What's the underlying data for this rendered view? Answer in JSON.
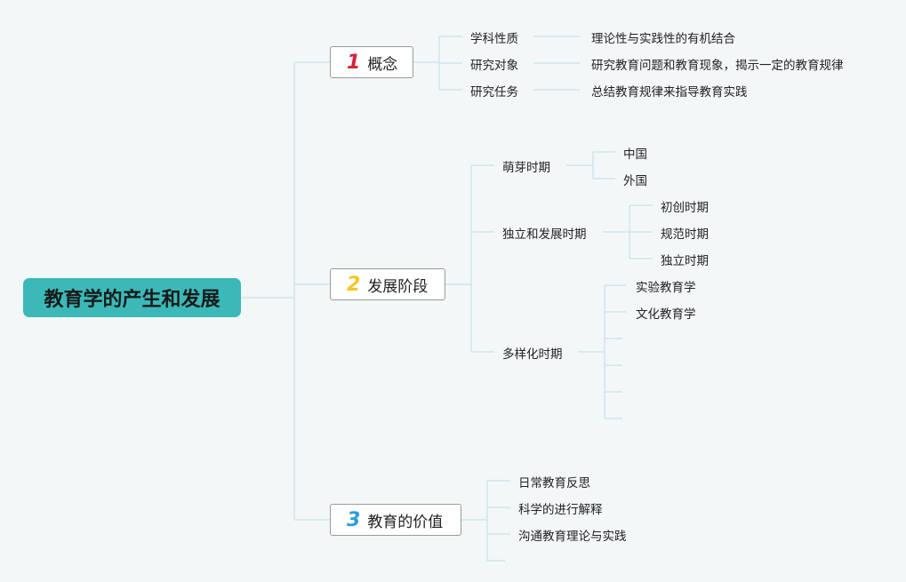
{
  "root": {
    "label": "教育学的产生和发展"
  },
  "branches": [
    {
      "number": "1",
      "label": "概念",
      "color": "#d6213a",
      "children": [
        {
          "label": "学科性质",
          "detail": "理论性与实践性的有机结合"
        },
        {
          "label": "研究对象",
          "detail": "研究教育问题和教育现象，揭示一定的教育规律"
        },
        {
          "label": "研究任务",
          "detail": "总结教育规律来指导教育实践"
        }
      ]
    },
    {
      "number": "2",
      "label": "发展阶段",
      "color": "#f3c623",
      "children": [
        {
          "label": "萌芽时期",
          "children": [
            "中国",
            "外国"
          ]
        },
        {
          "label": "独立和发展时期",
          "children": [
            "初创时期",
            "规范时期",
            "独立时期"
          ]
        },
        {
          "label": "多样化时期",
          "children": [
            "实验教育学",
            "文化教育学",
            "",
            "",
            "",
            ""
          ]
        }
      ]
    },
    {
      "number": "3",
      "label": "教育的价值",
      "color": "#2a9fd8",
      "children": [
        "日常教育反思",
        "科学的进行解释",
        "沟通教育理论与实践",
        ""
      ]
    }
  ],
  "colors": {
    "line": "#cfe6ea",
    "root_bg": "#3bb8b8",
    "background": "#f3f7f8"
  }
}
